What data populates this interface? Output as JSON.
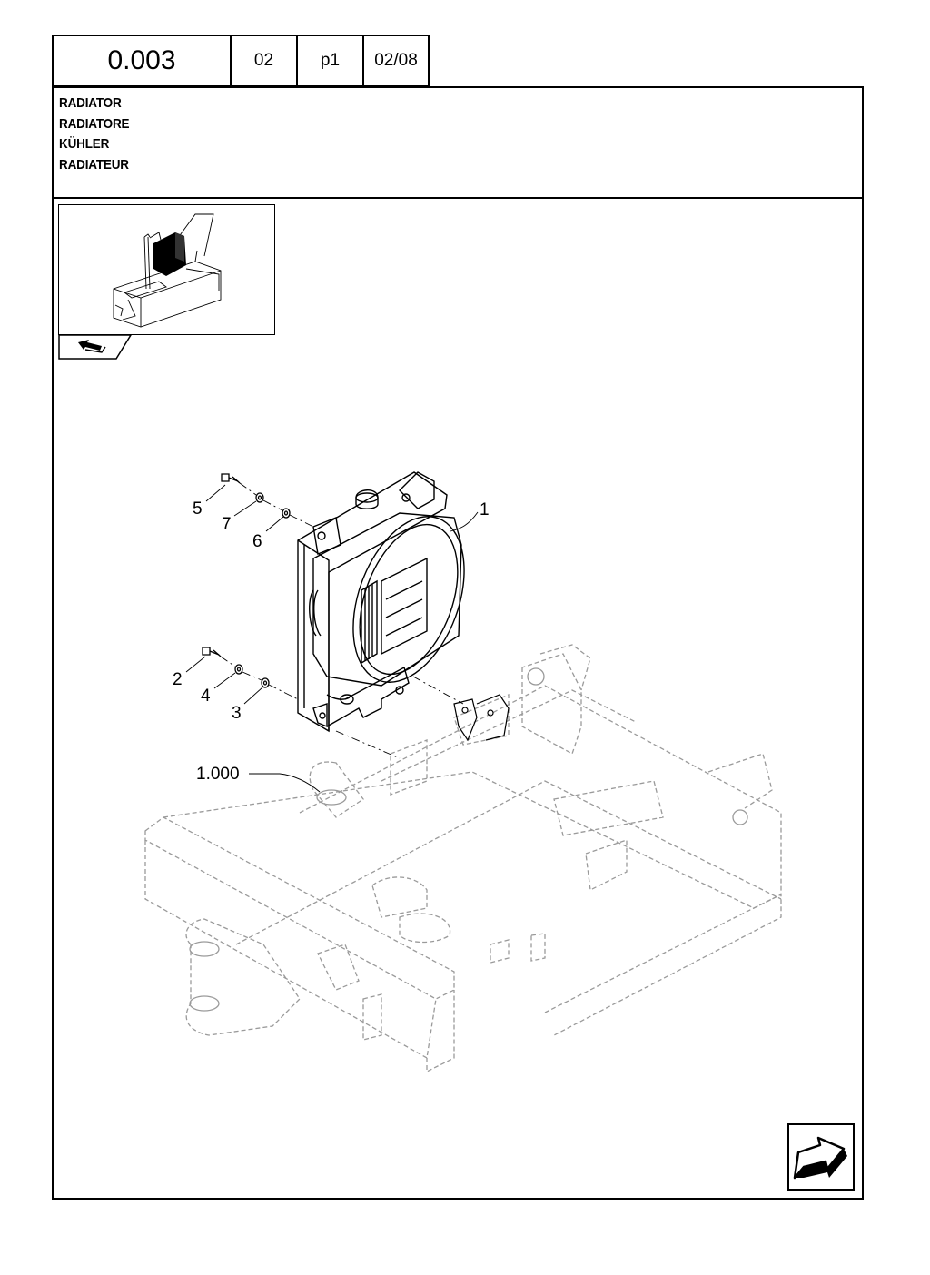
{
  "header": {
    "code": "0.003",
    "group": "02",
    "page": "p1",
    "revision": "02/08"
  },
  "titles": [
    "RADIATOR",
    "RADIATORE",
    "KÜHLER",
    "RADIATEUR"
  ],
  "callouts": {
    "c1": "1",
    "c2": "2",
    "c3": "3",
    "c4": "4",
    "c5": "5",
    "c6": "6",
    "c7": "7",
    "c1000": "1.000"
  },
  "icons": {
    "back": "back-arrow-icon",
    "next": "next-page-arrow-icon"
  }
}
